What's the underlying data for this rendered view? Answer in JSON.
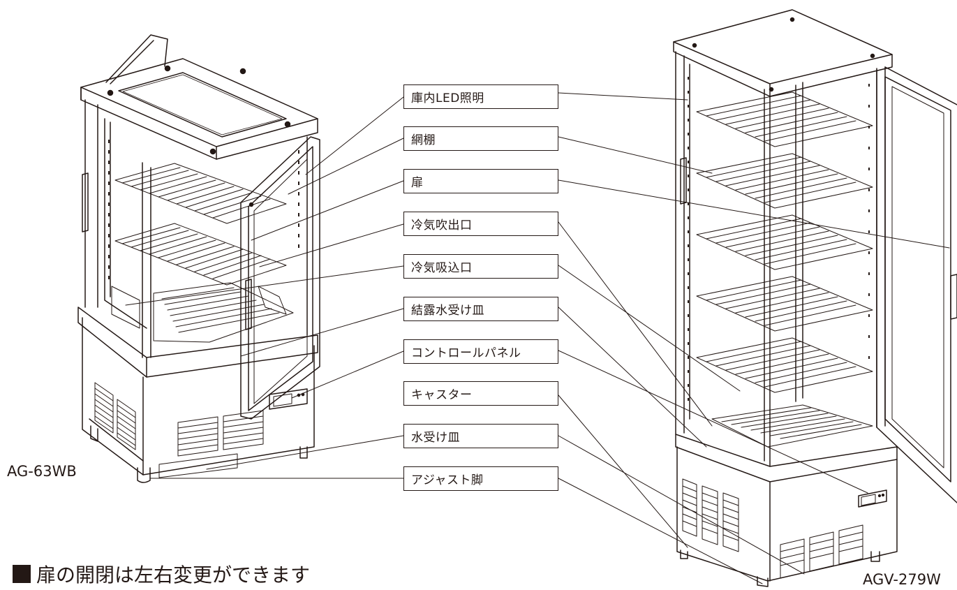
{
  "labels": [
    "庫内LED照明",
    "網棚",
    "扉",
    "冷気吹出口",
    "冷気吸込口",
    "結露水受け皿",
    "コントロールパネル",
    "キャスター",
    "水受け皿",
    "アジャスト脚"
  ],
  "models": {
    "left": "AG-63WB",
    "right": "AGV-279W"
  },
  "note": "扉の開閉は左右変更ができます",
  "colors": {
    "line": "#231815",
    "background": "#ffffff"
  }
}
